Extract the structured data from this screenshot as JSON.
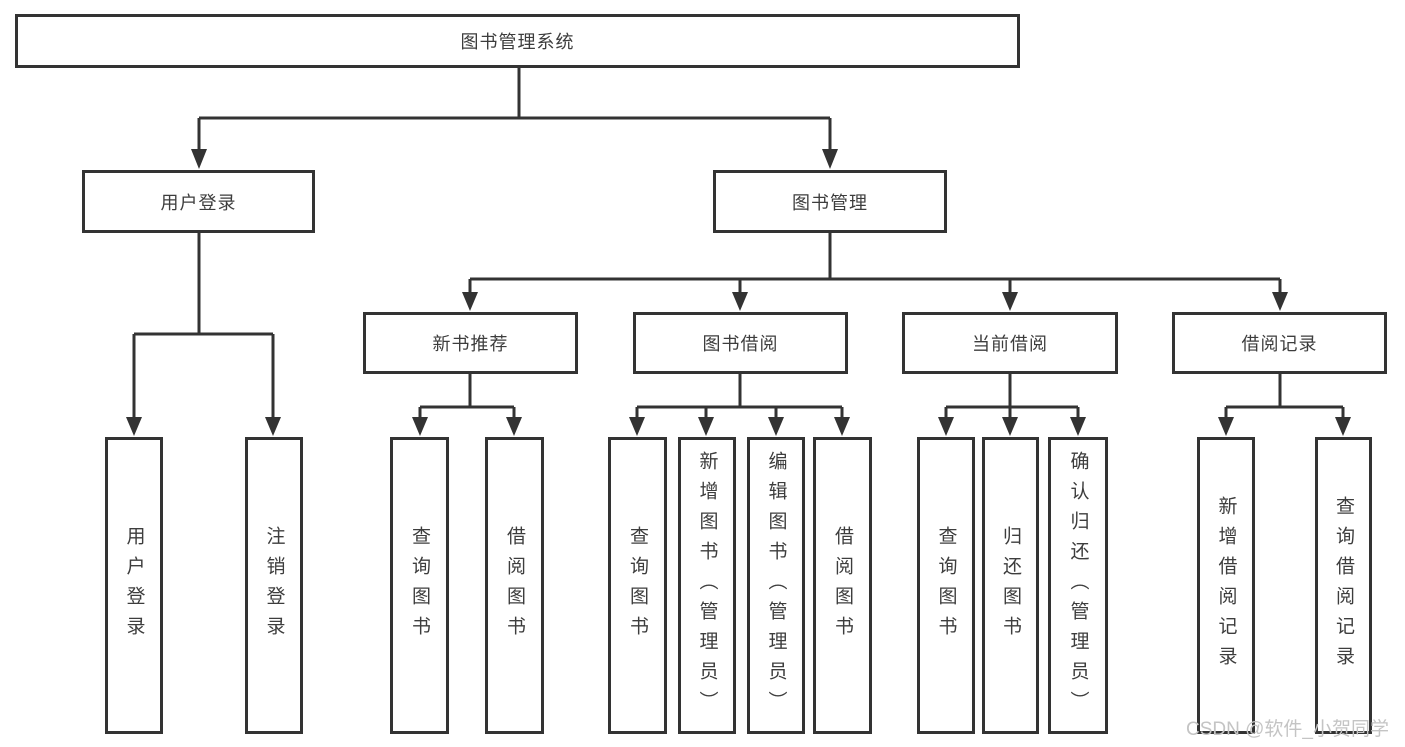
{
  "diagram": {
    "title": "图书管理系统",
    "branches": {
      "user_login": {
        "label": "用户登录",
        "children": [
          "用户登录",
          "注销登录"
        ]
      },
      "book_management": {
        "label": "图书管理",
        "sections": {
          "new_book_recommend": {
            "label": "新书推荐",
            "children": [
              "查询图书",
              "借阅图书"
            ]
          },
          "book_borrowing": {
            "label": "图书借阅",
            "children": [
              "查询图书",
              "新增图书（管理员）",
              "编辑图书（管理员）",
              "借阅图书"
            ]
          },
          "current_borrowing": {
            "label": "当前借阅",
            "children": [
              "查询图书",
              "归还图书",
              "确认归还（管理员）"
            ]
          },
          "borrowing_records": {
            "label": "借阅记录",
            "children": [
              "新增借阅记录",
              "查询借阅记录"
            ]
          }
        }
      }
    }
  },
  "watermark": "CSDN @软件_小贺同学",
  "colors": {
    "line": "#333333",
    "text": "#3d3d3d",
    "background": "#ffffff",
    "watermark": "#c4c4c4"
  }
}
